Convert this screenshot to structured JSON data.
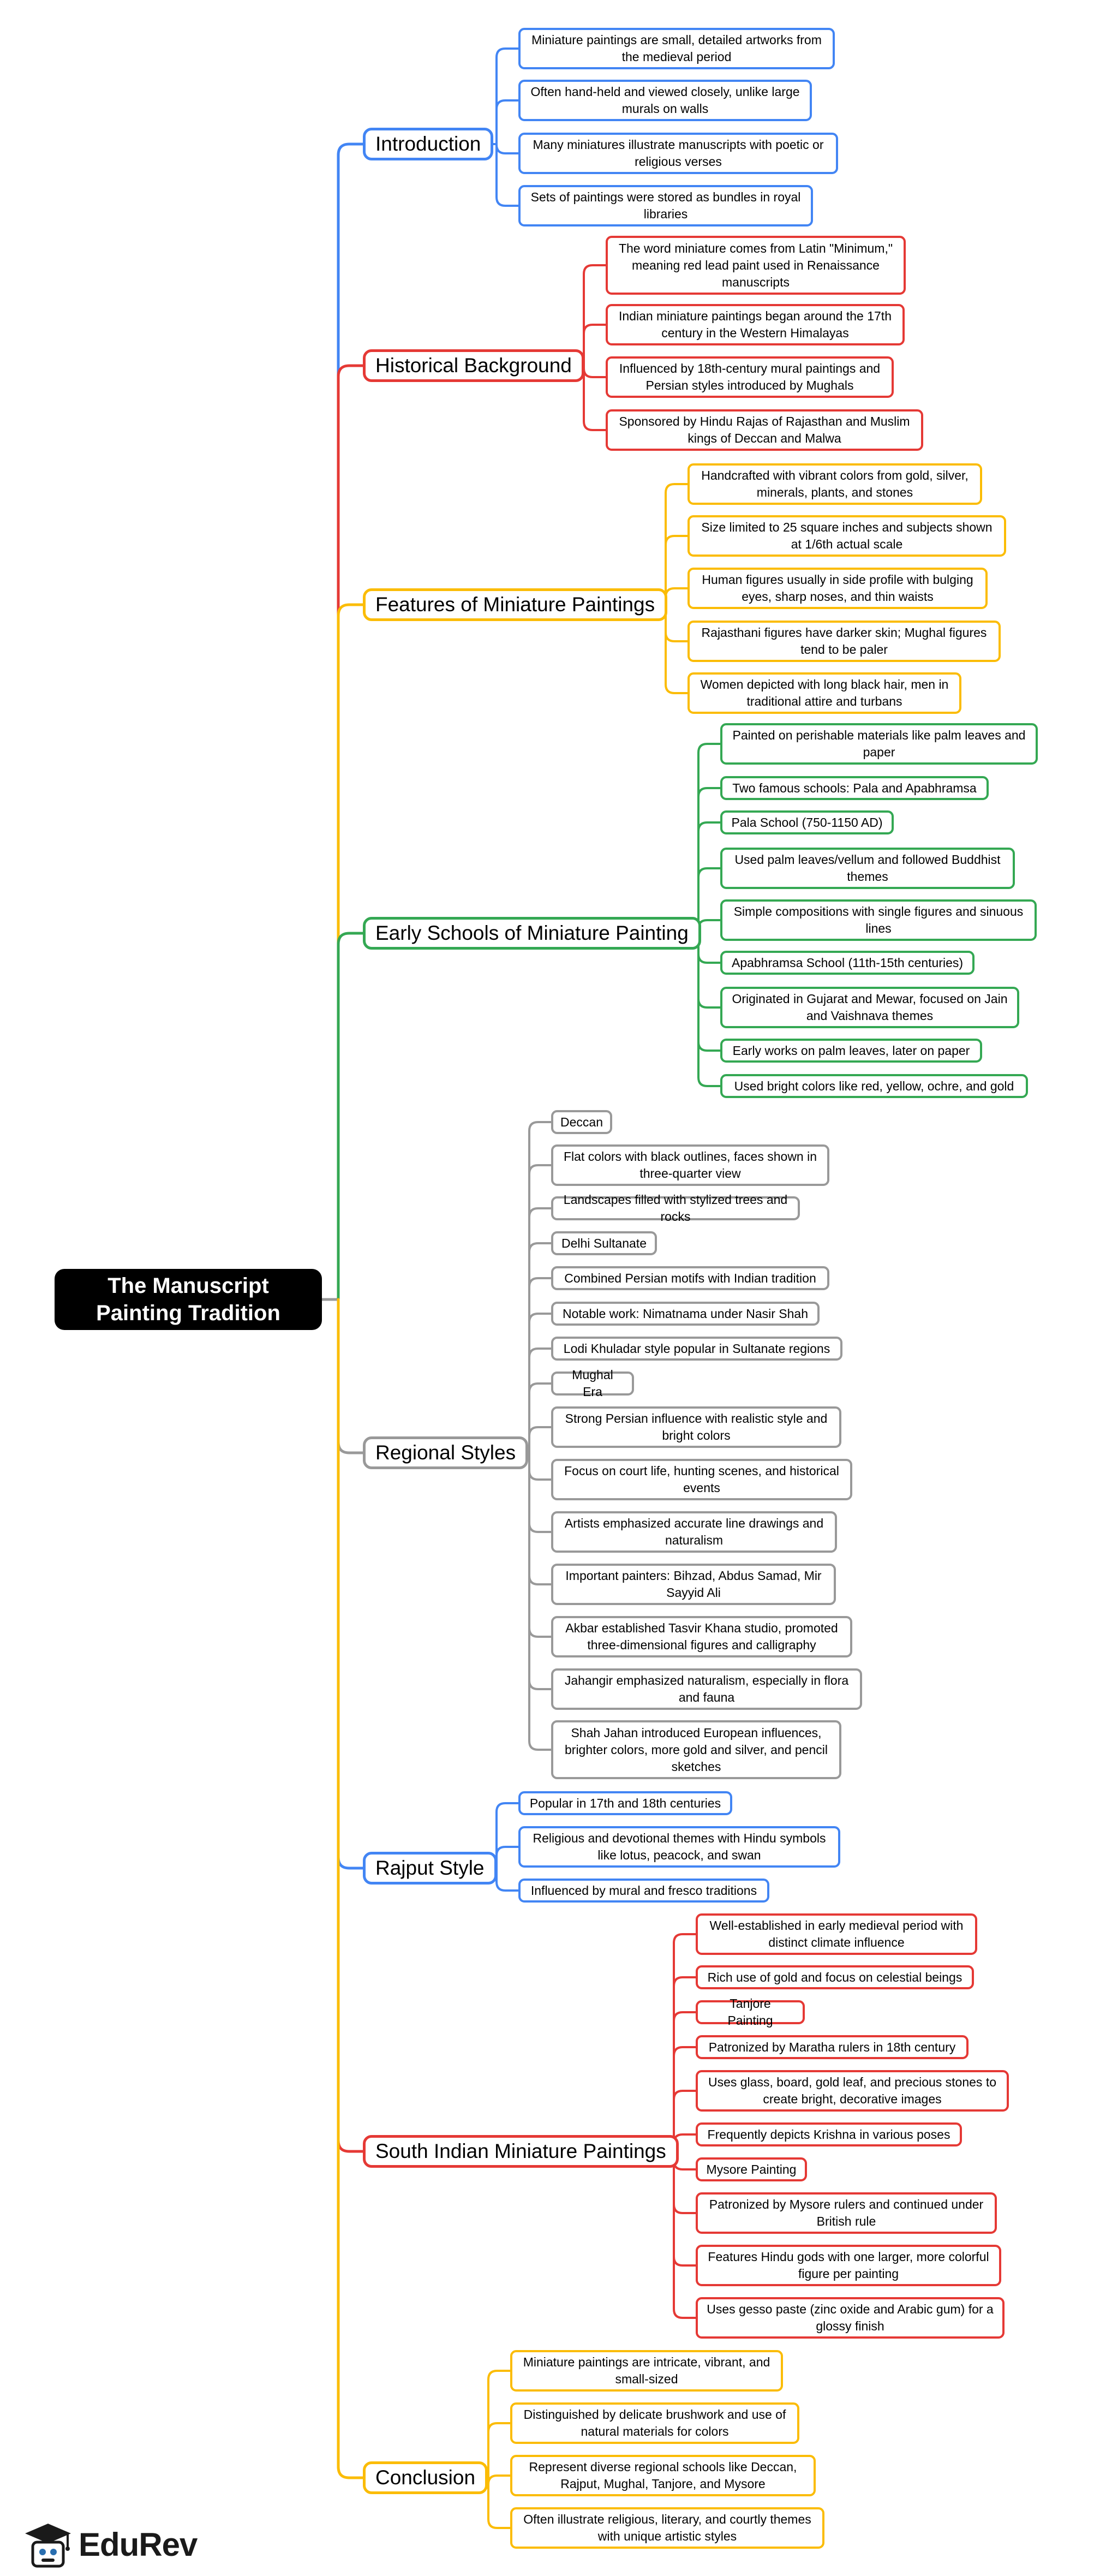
{
  "title": "The Manuscript Painting Tradition",
  "brand": "EduRev",
  "colors": {
    "blue": "#4285f4",
    "red": "#e53935",
    "yellow": "#fbbc05",
    "green": "#34a853",
    "gray": "#999999"
  },
  "sections": [
    {
      "title": "Introduction",
      "color": "blue",
      "items": [
        "Miniature paintings are small, detailed artworks from the medieval period",
        "Often hand-held and viewed closely, unlike large murals on walls",
        "Many miniatures illustrate manuscripts with poetic or religious verses",
        "Sets of paintings were stored as bundles in royal libraries"
      ]
    },
    {
      "title": "Historical Background",
      "color": "red",
      "items": [
        "The word miniature comes from Latin \"Minimum,\" meaning red lead paint used in Renaissance manuscripts",
        "Indian miniature paintings began around the 17th century in the Western Himalayas",
        "Influenced by 18th-century mural paintings and Persian styles introduced by Mughals",
        "Sponsored by Hindu Rajas of Rajasthan and Muslim kings of Deccan and Malwa"
      ]
    },
    {
      "title": "Features of Miniature Paintings",
      "color": "yellow",
      "items": [
        "Handcrafted with vibrant colors from gold, silver, minerals, plants, and stones",
        "Size limited to 25 square inches and subjects shown at 1/6th actual scale",
        "Human figures usually in side profile with bulging eyes, sharp noses, and thin waists",
        "Rajasthani figures have darker skin; Mughal figures tend to be paler",
        "Women depicted with long black hair, men in traditional attire and turbans"
      ]
    },
    {
      "title": "Early Schools of Miniature Painting",
      "color": "green",
      "items": [
        "Painted on perishable materials like palm leaves and paper",
        "Two famous schools: Pala and Apabhramsa",
        "Pala School (750-1150 AD)",
        "Used palm leaves/vellum and followed Buddhist themes",
        "Simple compositions with single figures and sinuous lines",
        "Apabhramsa School (11th-15th centuries)",
        "Originated in Gujarat and Mewar, focused on Jain and Vaishnava themes",
        "Early works on palm leaves, later on paper",
        "Used bright colors like red, yellow, ochre, and gold"
      ]
    },
    {
      "title": "Regional Styles",
      "color": "gray",
      "items": [
        "Deccan",
        "Flat colors with black outlines, faces shown in three-quarter view",
        "Landscapes filled with stylized trees and rocks",
        "Delhi Sultanate",
        "Combined Persian motifs with Indian tradition",
        "Notable work: Nimatnama under Nasir Shah",
        "Lodi Khuladar style popular in Sultanate regions",
        "Mughal Era",
        "Strong Persian influence with realistic style and bright colors",
        "Focus on court life, hunting scenes, and historical events",
        "Artists emphasized accurate line drawings and naturalism",
        "Important painters: Bihzad, Abdus Samad, Mir Sayyid Ali",
        "Akbar established Tasvir Khana studio, promoted three-dimensional figures and calligraphy",
        "Jahangir emphasized naturalism, especially in flora and fauna",
        "Shah Jahan introduced European influences, brighter colors, more gold and silver, and pencil sketches"
      ]
    },
    {
      "title": "Rajput Style",
      "color": "blue",
      "items": [
        "Popular in 17th and 18th centuries",
        "Religious and devotional themes with Hindu symbols like lotus, peacock, and swan",
        "Influenced by mural and fresco traditions"
      ]
    },
    {
      "title": "South Indian Miniature Paintings",
      "color": "red",
      "items": [
        "Well-established in early medieval period with distinct climate influence",
        "Rich use of gold and focus on celestial beings",
        "Tanjore Painting",
        "Patronized by Maratha rulers in 18th century",
        "Uses glass, board, gold leaf, and precious stones to create bright, decorative images",
        "Frequently depicts Krishna in various poses",
        "Mysore Painting",
        "Patronized by Mysore rulers and continued under British rule",
        "Features Hindu gods with one larger, more colorful figure per painting",
        "Uses gesso paste (zinc oxide and Arabic gum) for a glossy finish"
      ]
    },
    {
      "title": "Conclusion",
      "color": "yellow",
      "items": [
        "Miniature paintings are intricate, vibrant, and small-sized",
        "Distinguished by delicate brushwork and use of natural materials for colors",
        "Represent diverse regional schools like Deccan, Rajput, Mughal, Tanjore, and Mysore",
        "Often illustrate religious, literary, and courtly themes with unique artistic styles"
      ]
    }
  ]
}
